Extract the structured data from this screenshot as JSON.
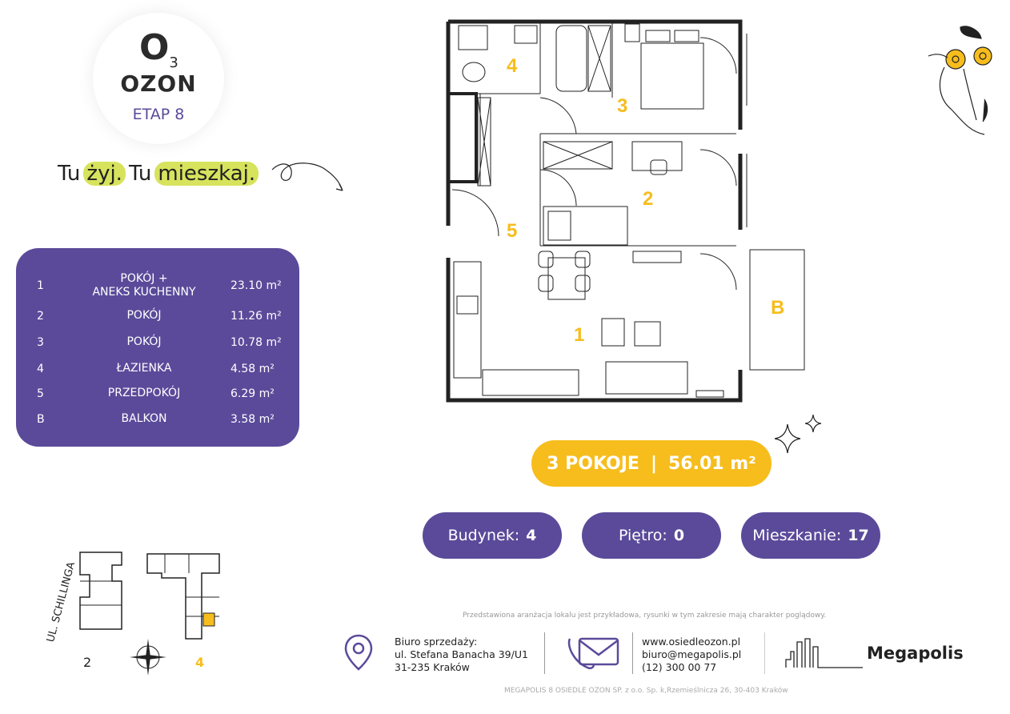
{
  "logo": {
    "mark": "O",
    "mark_sub": "3",
    "name": "OZON",
    "stage": "ETAP 8"
  },
  "slogan": {
    "w1": "Tu",
    "w2": "żyj.",
    "w3": "Tu",
    "w4": "mieszkaj."
  },
  "rooms": [
    {
      "num": "1",
      "name": "POKÓJ +",
      "name2": "ANEKS KUCHENNY",
      "area": "23.10 m²"
    },
    {
      "num": "2",
      "name": "POKÓJ",
      "name2": "",
      "area": "11.26 m²"
    },
    {
      "num": "3",
      "name": "POKÓJ",
      "name2": "",
      "area": "10.78 m²"
    },
    {
      "num": "4",
      "name": "ŁAZIENKA",
      "name2": "",
      "area": "4.58 m²"
    },
    {
      "num": "5",
      "name": "PRZEDPOKÓJ",
      "name2": "",
      "area": "6.29 m²"
    },
    {
      "num": "B",
      "name": "BALKON",
      "name2": "",
      "area": "3.58 m²"
    }
  ],
  "plan_labels": {
    "r1": "1",
    "r2": "2",
    "r3": "3",
    "r4": "4",
    "r5": "5",
    "balcony": "B"
  },
  "summary": {
    "rooms": "3 POKOJE",
    "separator": "|",
    "area": "56.01 m²"
  },
  "info": {
    "building_label": "Budynek:",
    "building_value": "4",
    "floor_label": "Piętro:",
    "floor_value": "0",
    "apartment_label": "Mieszkanie:",
    "apartment_value": "17"
  },
  "site_map": {
    "street": "UL. SCHILLINGA",
    "building_a": "2",
    "building_b": "4"
  },
  "footer": {
    "disclaimer": "Przedstawiona aranżacja lokalu jest przykładowa, rysunki w tym zakresie mają charakter poglądowy.",
    "office_title": "Biuro sprzedaży:",
    "office_street": "ul. Stefana Banacha 39/U1",
    "office_city": "31-235 Kraków",
    "website": "www.osiedleozon.pl",
    "email": "biuro@megapolis.pl",
    "phone": "(12) 300 00 77",
    "company": "MEGAPOLIS 8 OSIEDLE OZON SP. z o.o. Sp. k,Rzemieślnicza 26, 30-403 Kraków",
    "brand": "Megapolis"
  },
  "colors": {
    "purple": "#5b4a9a",
    "yellow": "#f6bd1d",
    "lime": "#d7e35c"
  },
  "icons": [
    "location-pin-icon",
    "envelope-phone-icon",
    "compass-icon",
    "sparkle-icon",
    "arrow-doodle-icon",
    "binoculars-character-icon",
    "skyline-icon"
  ]
}
